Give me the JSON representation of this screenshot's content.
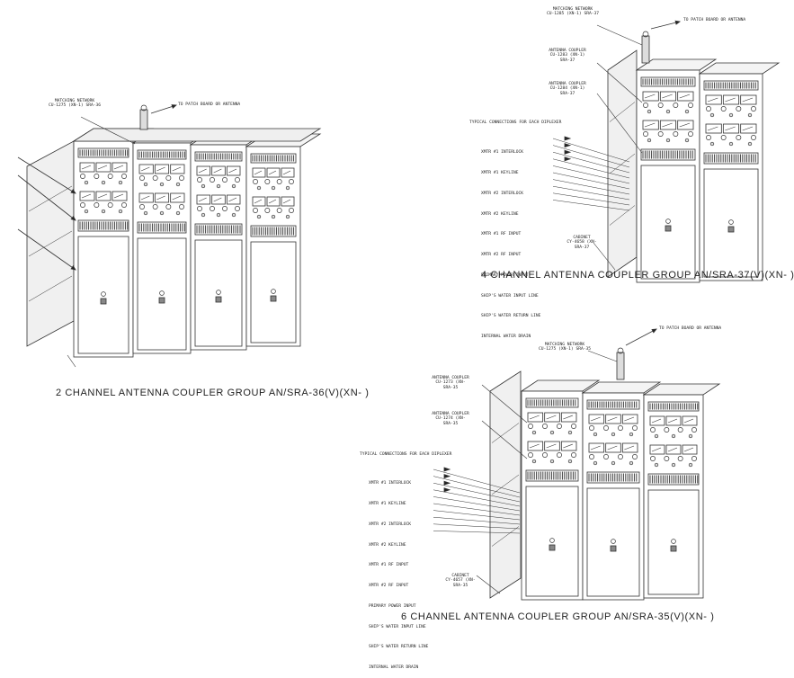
{
  "captions": {
    "group_2ch": "2 CHANNEL ANTENNA COUPLER GROUP AN/SRA-36(V)(XN- )",
    "group_4ch": "4 CHANNEL ANTENNA COUPLER GROUP AN/SRA-37(V)(XN- )",
    "group_6ch": "6 CHANNEL ANTENNA COUPLER GROUP AN/SRA-35(V)(XN- )"
  },
  "labels_2ch": {
    "matching_network": "MATCHING NETWORK\nCU-1275 (XN-1) SRA-36",
    "patch": "TO PATCH BOARD OR ANTENNA"
  },
  "labels_4ch": {
    "matching_network": "MATCHING NETWORK\nCU-1285 (XN-1) SRA-37",
    "patch": "TO PATCH BOARD OR ANTENNA",
    "coupler_a": "ANTENNA COUPLER\nCU-1283 (XN-1)\nSRA-37",
    "coupler_b": "ANTENNA COUPLER\nCU-1284 (XN-1)\nSRA-37",
    "typical": "TYPICAL CONNECTIONS FOR EACH DIPLEXER",
    "cabinet": "CABINET\nCY-4658 (XN-\nSRA-37"
  },
  "labels_6ch": {
    "matching_network": "MATCHING NETWORK\nCU-1275 (XN-1) SRA-35",
    "patch": "TO PATCH BOARD OR ANTENNA",
    "coupler_a": "ANTENNA COUPLER\nCU-1273 (XN-\nSRA-35",
    "coupler_b": "ANTENNA COUPLER\nCU-1274 (XN-\nSRA-35",
    "typical": "TYPICAL CONNECTIONS FOR EACH DIPLEXER",
    "cabinet": "CABINET\nCY-4657 (XN-\nSRA-35"
  },
  "connections": [
    "XMTR #1 INTERLOCK",
    "XMTR #1 KEYLINE",
    "XMTR #2 INTERLOCK",
    "XMTR #2 KEYLINE",
    "XMTR #1 RF INPUT",
    "XMTR #2 RF INPUT",
    "PRIMARY POWER INPUT",
    "SHIP'S WATER INPUT LINE",
    "SHIP'S WATER RETURN LINE",
    "INTERNAL WATER DRAIN"
  ]
}
